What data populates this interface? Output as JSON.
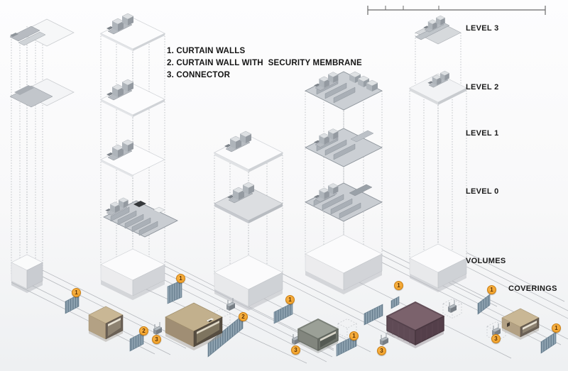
{
  "legend": {
    "items": [
      "1. CURTAIN WALLS",
      "2. CURTAIN WALL WITH  SECURITY MEMBRANE",
      "3. CONNECTOR"
    ]
  },
  "labels": {
    "level3": "LEVEL 3",
    "level2": "LEVEL 2",
    "level1": "LEVEL 1",
    "level0": "LEVEL 0",
    "volumes": "VOLUMES",
    "coverings": "COVERINGS"
  },
  "badges": [
    {
      "n": "1"
    },
    {
      "n": "2"
    },
    {
      "n": "3"
    },
    {
      "n": "1"
    },
    {
      "n": "2"
    },
    {
      "n": "1"
    },
    {
      "n": "3"
    },
    {
      "n": "1"
    },
    {
      "n": "3"
    },
    {
      "n": "1"
    },
    {
      "n": "1"
    },
    {
      "n": "3"
    },
    {
      "n": "1"
    }
  ],
  "colors": {
    "badge_orange": "#F0A02A",
    "curtain_panel_blue": "#8BA0AF",
    "volume_tan": "#C3B18F",
    "volume_gray_green": "#999E95",
    "volume_purple": "#725A66",
    "slab_gray": "#C9CDD2",
    "wireframe_gray": "#AFB3B8"
  }
}
